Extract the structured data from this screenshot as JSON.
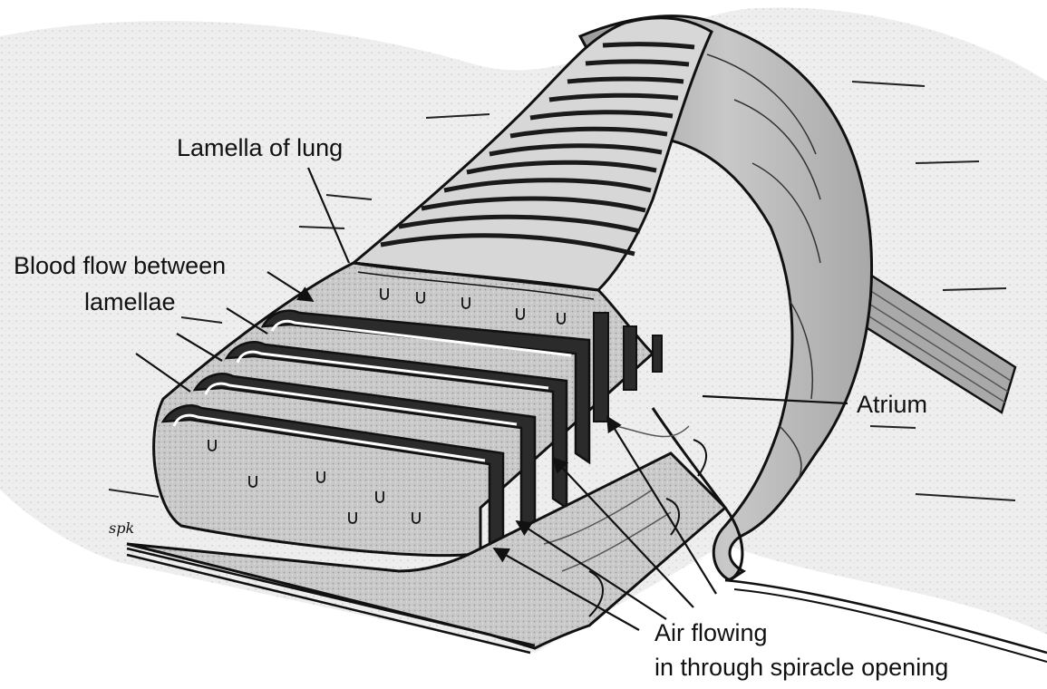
{
  "labels": {
    "lamella": "Lamella of lung",
    "blood_line1": "Blood flow between",
    "blood_line2": "lamellae",
    "atrium": "Atrium",
    "air_line1": "Air flowing",
    "air_line2": "in through spiracle opening"
  },
  "signature": "spk",
  "colors": {
    "ink": "#111111",
    "paper": "#ffffff",
    "tissue": "#bdbdbd",
    "dark_lamella": "#2b2b2b"
  }
}
